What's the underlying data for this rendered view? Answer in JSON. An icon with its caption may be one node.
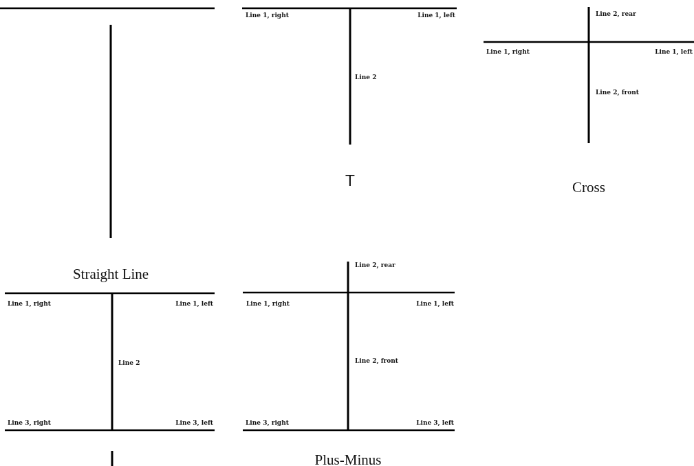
{
  "diagram": {
    "labels": [
      "Line 1, right",
      "Line 1, left",
      "Line 2, rear",
      "Line 2",
      "Line 1, right",
      "Line 1, left",
      "Line 2, front",
      "T",
      "Cross",
      "Line 2, rear",
      "Straight Line",
      "Line 1, right",
      "Line 1, left",
      "Line 1, right",
      "Line 1, left",
      "Line 2",
      "Line 2, front",
      "Line 3, right",
      "Line 3, left",
      "Line 3, right",
      "Line 3, left",
      "Plus-Minus"
    ]
  }
}
